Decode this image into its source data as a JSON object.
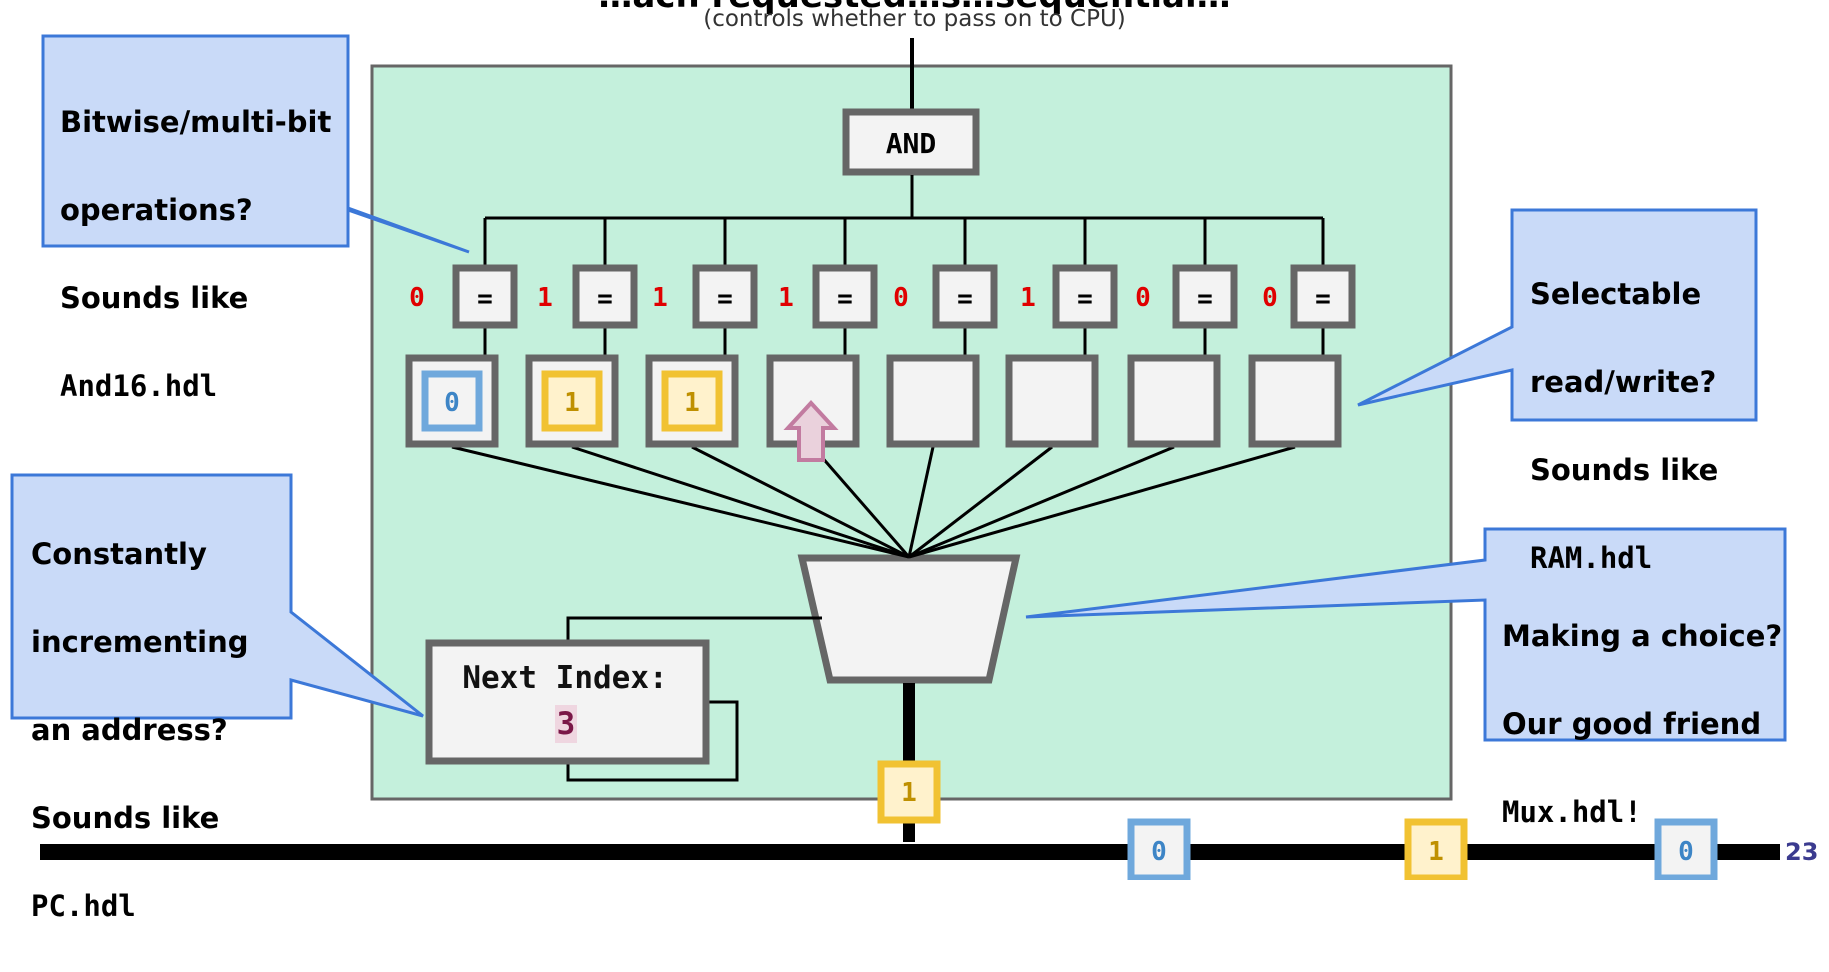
{
  "title": "…ach requested…s…sequential…",
  "subtitle": "(controls whether to pass on to CPU)",
  "and_gate_label": "AND",
  "equality_label": "=",
  "request_bits": [
    "0",
    "1",
    "1",
    "1",
    "0",
    "1",
    "0",
    "0"
  ],
  "registers": [
    {
      "value": "0",
      "color": "blue"
    },
    {
      "value": "1",
      "color": "yellow"
    },
    {
      "value": "1",
      "color": "yellow"
    },
    {
      "value": "",
      "color": "empty",
      "pointer": true
    },
    {
      "value": "",
      "color": "empty"
    },
    {
      "value": "",
      "color": "empty"
    },
    {
      "value": "",
      "color": "empty"
    },
    {
      "value": "",
      "color": "empty"
    }
  ],
  "next_index": {
    "label": "Next Index:",
    "value": "3"
  },
  "mux_output": "1",
  "bus_tokens": [
    {
      "value": "0",
      "color": "blue"
    },
    {
      "value": "1",
      "color": "yellow"
    },
    {
      "value": "0",
      "color": "blue"
    }
  ],
  "callouts": {
    "and16": {
      "lines": [
        "Bitwise/multi-bit",
        "operations?",
        "Sounds like"
      ],
      "code": "And16.hdl"
    },
    "ram": {
      "lines": [
        "Selectable",
        "read/write?",
        "Sounds like"
      ],
      "code": "RAM.hdl"
    },
    "pc": {
      "lines": [
        "Constantly",
        "incrementing",
        "an address?",
        "Sounds like"
      ],
      "code": "PC.hdl"
    },
    "mux": {
      "lines": [
        "Making a choice?",
        "Our good friend"
      ],
      "code": "Mux.hdl!"
    }
  },
  "page_number": "23",
  "colors": {
    "panel": "#c4f0dc",
    "callout": "#c9daf8",
    "callout_border": "#3c78d8",
    "bit_red": "#e00000",
    "blue_token": "#6fa8dc",
    "yellow_token": "#f1c232",
    "pointer": "#c27ba0"
  }
}
